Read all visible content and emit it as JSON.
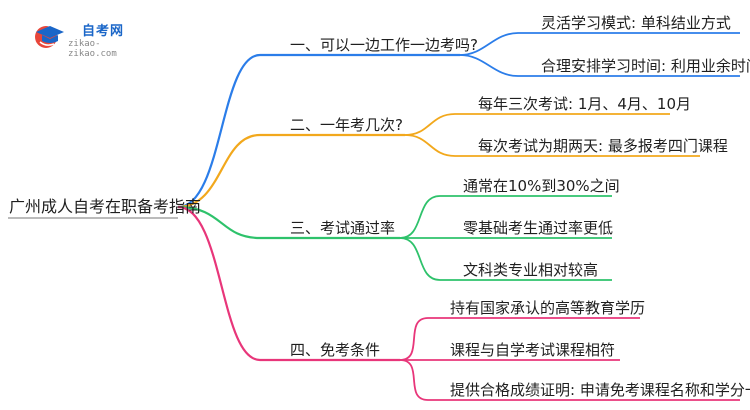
{
  "logo": {
    "name": "自考网",
    "url": "zikao-zikao.com"
  },
  "mindmap": {
    "root": "广州成人自考在职备考指南",
    "colors": {
      "blue": "#2b7de9",
      "orange": "#f2a81c",
      "green": "#2ec26b",
      "pink": "#e8367a"
    },
    "branches": [
      {
        "label": "一、可以一边工作一边考吗?",
        "color": "#2b7de9",
        "children": [
          "灵活学习模式: 单科结业方式",
          "合理安排学习时间: 利用业余时间"
        ]
      },
      {
        "label": "二、一年考几次?",
        "color": "#f2a81c",
        "children": [
          "每年三次考试: 1月、4月、10月",
          "每次考试为期两天: 最多报考四门课程"
        ]
      },
      {
        "label": "三、考试通过率",
        "color": "#2ec26b",
        "children": [
          "通常在10%到30%之间",
          "零基础考生通过率更低",
          "文科类专业相对较高"
        ]
      },
      {
        "label": "四、免考条件",
        "color": "#e8367a",
        "children": [
          "持有国家承认的高等教育学历",
          "课程与自学考试课程相符",
          "提供合格成绩证明: 申请免考课程名称和学分一致"
        ]
      }
    ]
  }
}
